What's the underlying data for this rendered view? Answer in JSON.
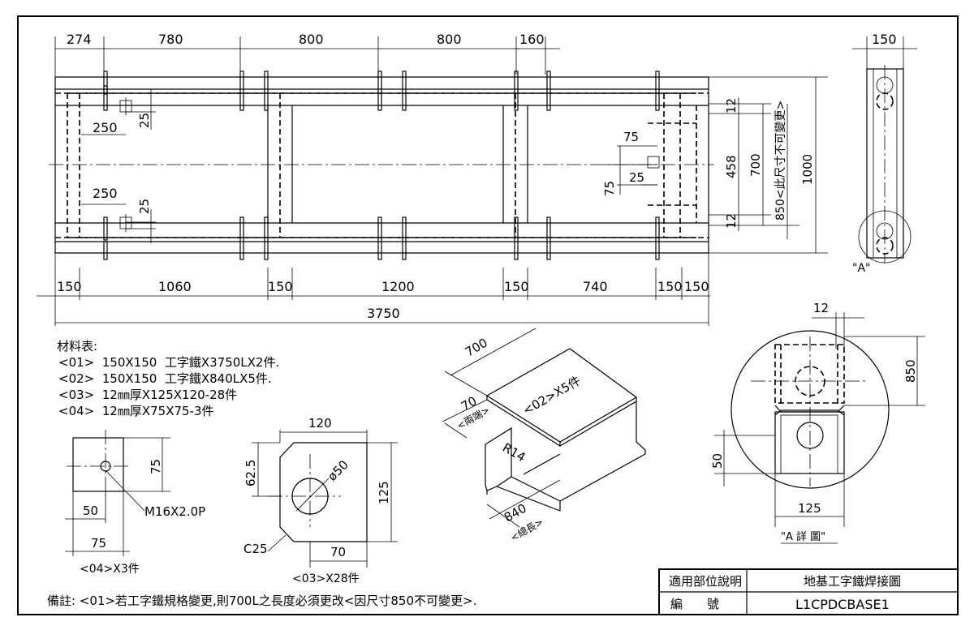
{
  "top_view": {
    "dims_top": [
      "274",
      "780",
      "800",
      "800",
      "160"
    ],
    "dims_bottom": [
      "150",
      "1060",
      "150",
      "1200",
      "150",
      "740",
      "150",
      "150"
    ],
    "overall": "3750",
    "left_offset_1": "250",
    "left_offset_2": "250",
    "hole_offset_1": "25",
    "hole_offset_2": "25",
    "right_75_a": "75",
    "right_75_b": "75",
    "right_25": "25",
    "right_12_a": "12",
    "right_458": "458",
    "right_12_b": "12",
    "right_700": "700",
    "right_850_note": "850<此尺寸不可變更>",
    "right_1000": "1000"
  },
  "side_view": {
    "width": "150",
    "label": "\"A\""
  },
  "materials": {
    "title": "材料表:",
    "items": [
      "<01>  150X150  工字鐵X3750LX2件.",
      "<02>  150X150  工字鐵X840LX5件.",
      "<03>  12㎜厚X125X120-28件",
      "<04>  12㎜厚X75X75-3件"
    ]
  },
  "part04": {
    "dim_75_v": "75",
    "dim_50": "50",
    "dim_75_h": "75",
    "thread": "M16X2.0P",
    "caption": "<04>X3件"
  },
  "part03": {
    "dim_120": "120",
    "dim_62_5": "62.5",
    "dim_dia": "ø50",
    "dim_125": "125",
    "dim_c25": "C25",
    "dim_70": "70",
    "caption": "<03>X28件"
  },
  "iso": {
    "dim_700": "700",
    "dim_70": "70",
    "dim_70_note": "<兩端>",
    "label": "<02>X5件",
    "radius": "R14",
    "dim_840": "840",
    "dim_840_note": "<總長>"
  },
  "detail_a": {
    "dim_12": "12",
    "dim_850": "850",
    "dim_50": "50",
    "dim_125": "125",
    "caption": "\"A 詳 圖\""
  },
  "note": "備註: <01>若工字鐵規格變更,則700L之長度必須更改<因尺寸850不可變更>.",
  "title_block": {
    "label_1": "適用部位說明",
    "value_1": "地基工字鐵焊接圖",
    "label_2": "編　　號",
    "value_2": "L1CPDCBASE1"
  }
}
